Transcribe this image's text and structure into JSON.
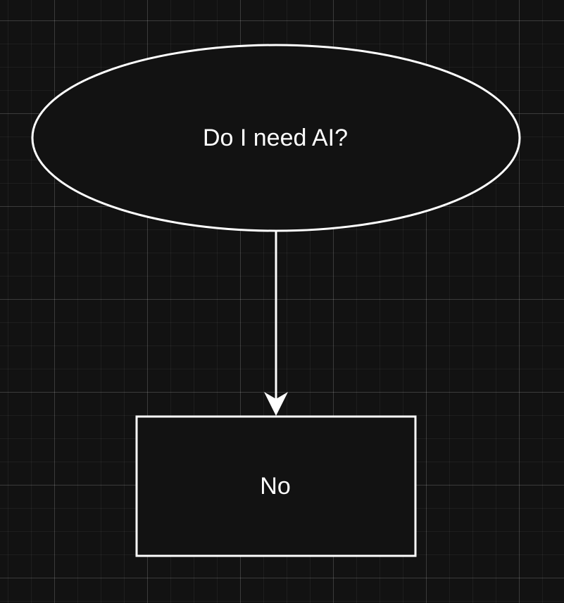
{
  "diagram": {
    "type": "flowchart",
    "colors": {
      "background": "#121212",
      "node_fill": "#121212",
      "stroke": "#ffffff",
      "text": "#ffffff",
      "grid": "#2a2a2a"
    },
    "nodes": [
      {
        "id": "question",
        "shape": "ellipse",
        "label": "Do I need AI?"
      },
      {
        "id": "answer",
        "shape": "rectangle",
        "label": "No"
      }
    ],
    "edges": [
      {
        "from": "question",
        "to": "answer",
        "arrow": "block"
      }
    ]
  }
}
